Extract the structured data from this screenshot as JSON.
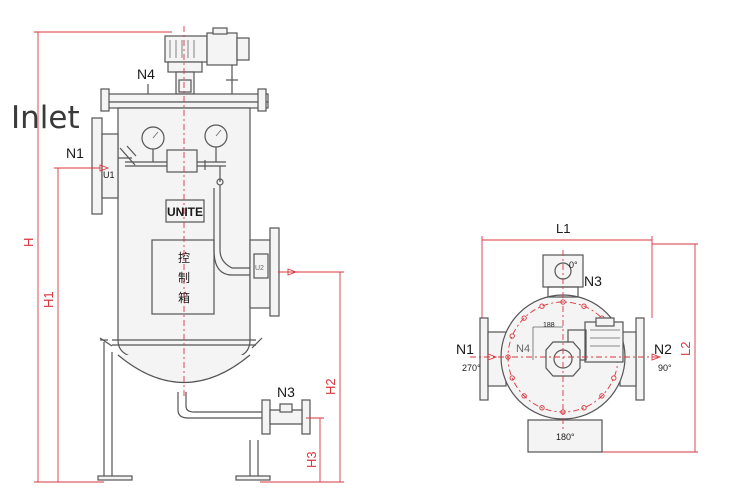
{
  "overlay": {
    "text": "Inlet"
  },
  "side_view": {
    "nozzles": {
      "n1": "N1",
      "n3": "N3",
      "n4": "N4"
    },
    "inlet_label": "U1",
    "outlet_label": "U2",
    "brand": "UNITE",
    "control_box": [
      "控",
      "制",
      "箱"
    ],
    "dimensions": {
      "h": "H",
      "h1": "H1",
      "h2": "H2",
      "h3": "H3"
    }
  },
  "top_view": {
    "nozzles": {
      "n1": "N1",
      "n2": "N2",
      "n3": "N3",
      "n4": "N4"
    },
    "angles": {
      "top": "0°",
      "right": "90°",
      "bottom": "180°",
      "left": "270°"
    },
    "dimensions": {
      "l1": "L1",
      "l2": "L2",
      "inner": "188"
    }
  },
  "colors": {
    "line": "#555555",
    "dimension": "#d9363e",
    "text": "#1a1a1a"
  }
}
